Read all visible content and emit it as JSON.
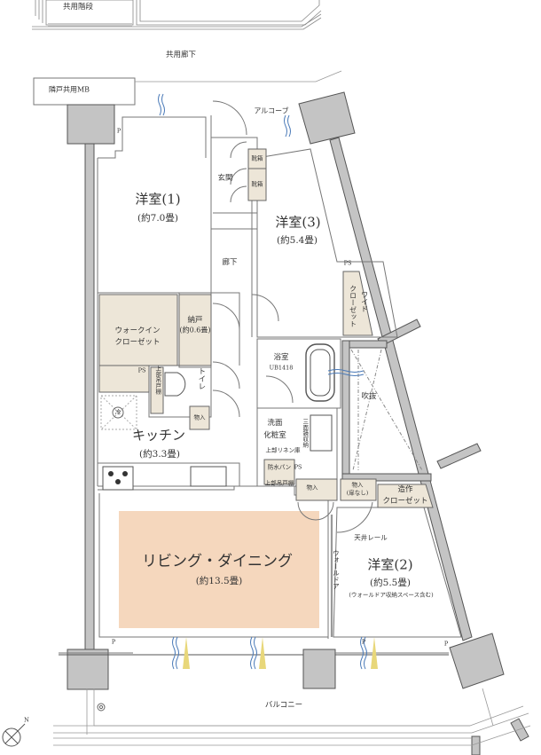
{
  "plan": {
    "colors": {
      "wall": "#c4c4c4",
      "wall_stroke": "#555555",
      "storage_fill": "#ede6d8",
      "ldk_fill": "#f5d7bd",
      "line": "#888888",
      "window_wind": "#4a7ab8",
      "window_light": "#e8d77a"
    },
    "surroundings": {
      "stairs": "共用階段",
      "corridor": "共用廊下",
      "neighbor_mb": "隣戸共用MB",
      "alcove": "アルコーブ",
      "balcony": "バルコニー",
      "compass": "N"
    },
    "rooms": {
      "western1": {
        "name": "洋室(1)",
        "size": "(約7.0畳)"
      },
      "western3": {
        "name": "洋室(3)",
        "size": "(約5.4畳)"
      },
      "western2": {
        "name": "洋室(2)",
        "size": "(約5.5畳)",
        "note": "(ウォールドア収納スペース含む)"
      },
      "kitchen": {
        "name": "キッチン",
        "size": "(約3.3畳)"
      },
      "ldk": {
        "name": "リビング・ダイニング",
        "size": "(約13.5畳)"
      },
      "entrance": {
        "name": "玄関"
      },
      "hallway": {
        "name": "廊下"
      },
      "bath": {
        "name": "浴室",
        "model": "UB1418"
      },
      "washroom": {
        "line1": "洗面",
        "line2": "化粧室"
      },
      "toilet": {
        "name": "トイレ"
      },
      "void": {
        "name": "吹抜"
      }
    },
    "storage": {
      "shoe1": "靴箱",
      "shoe2": "靴箱",
      "wic_line1": "ウォークイン",
      "wic_line2": "クローゼット",
      "nando_name": "納戸",
      "nando_size": "(約0.6畳)",
      "wide_closet_1": "ワイド",
      "wide_closet_2": "クローゼット",
      "toilet_cabinet": "上部吊戸棚",
      "storage_kitchen": "物入",
      "storage_wash": "物入",
      "storage_nodoor": "物入",
      "storage_nodoor_note": "(扉なし)",
      "built_in_1": "造作",
      "built_in_2": "クローゼット",
      "three_side_storage": "三面鏡収納",
      "linen": "上部リネン庫",
      "waterproof_pan": "防水パン",
      "laundry_cabinet": "上部吊戸棚",
      "ceiling_rail": "天井レール",
      "wall_door": "ウォールドア",
      "ps1": "PS",
      "ps2": "PS",
      "ps3": "PS",
      "p_marks": [
        "P",
        "P",
        "P",
        "P"
      ],
      "fridge": "冷"
    }
  }
}
